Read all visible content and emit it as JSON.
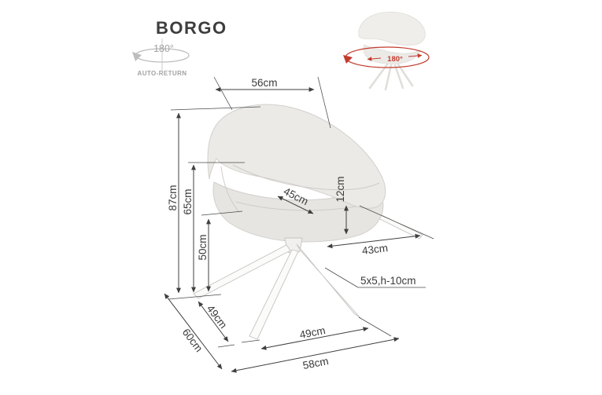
{
  "title": "BORGO",
  "rotation_feature": {
    "angle": "180°",
    "auto_return": "AUTO-RETURN"
  },
  "thumbnail": {
    "angle": "180°"
  },
  "dimensions": {
    "back_width": "56cm",
    "total_height": "87cm",
    "arm_height": "65cm",
    "seat_height": "50cm",
    "seat_width": "45cm",
    "backrest_cushion_height": "12cm",
    "seat_depth": "43cm",
    "leg_spec": "5x5,h-10cm",
    "base_side_span": "49cm",
    "base_depth": "60cm",
    "base_front_span": "49cm",
    "base_width": "58cm"
  },
  "colors": {
    "accent_red": "#c23b2e",
    "line": "#3f3f3f",
    "muted_gray": "#a2a2a2",
    "fabric": "#eae9e6"
  }
}
